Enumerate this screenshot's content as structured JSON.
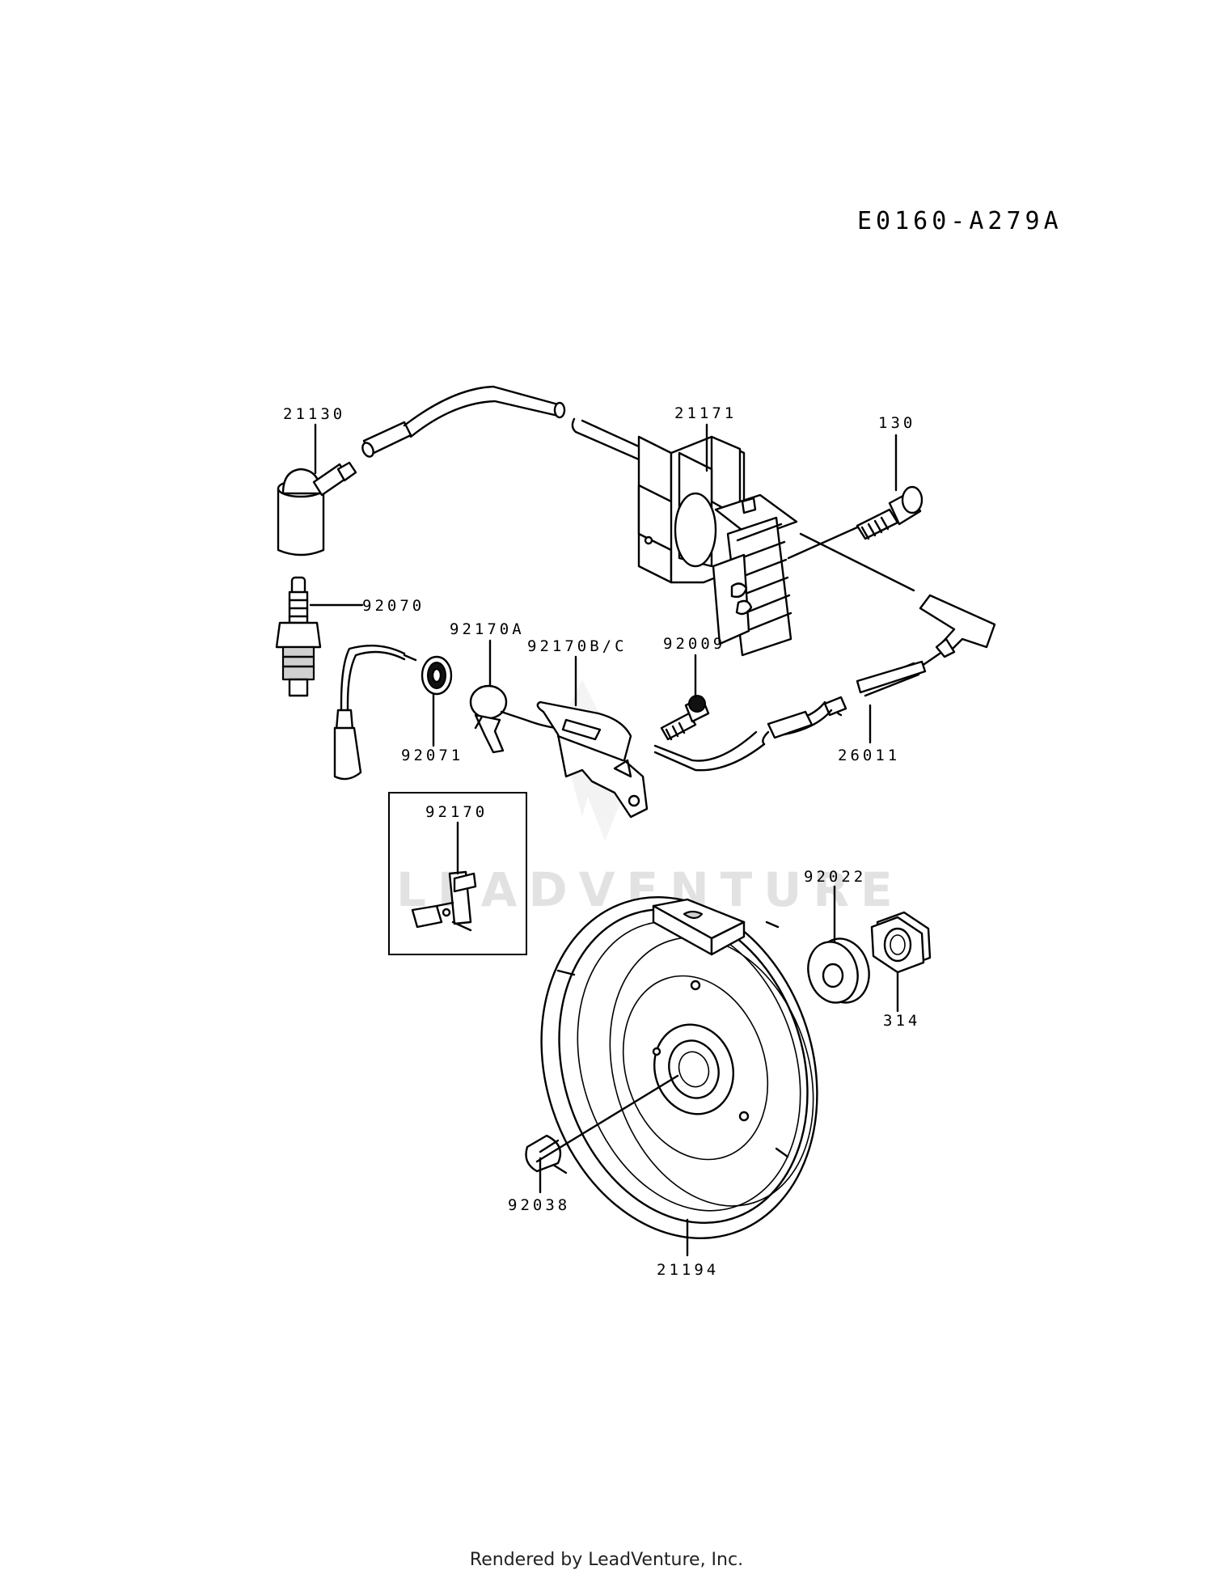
{
  "diagram": {
    "code": "E0160-A279A",
    "watermark": "LEADVENTURE",
    "footer": "Rendered by LeadVenture, Inc.",
    "callouts": [
      {
        "id": "21130",
        "label": "21130"
      },
      {
        "id": "21171",
        "label": "21171"
      },
      {
        "id": "130",
        "label": "130"
      },
      {
        "id": "92070",
        "label": "92070"
      },
      {
        "id": "92170A",
        "label": "92170A"
      },
      {
        "id": "92170BC",
        "label": "92170B/C"
      },
      {
        "id": "92009",
        "label": "92009"
      },
      {
        "id": "92071",
        "label": "92071"
      },
      {
        "id": "26011",
        "label": "26011"
      },
      {
        "id": "92170",
        "label": "92170"
      },
      {
        "id": "92022",
        "label": "92022"
      },
      {
        "id": "314",
        "label": "314"
      },
      {
        "id": "92038",
        "label": "92038"
      },
      {
        "id": "21194",
        "label": "21194"
      }
    ]
  }
}
